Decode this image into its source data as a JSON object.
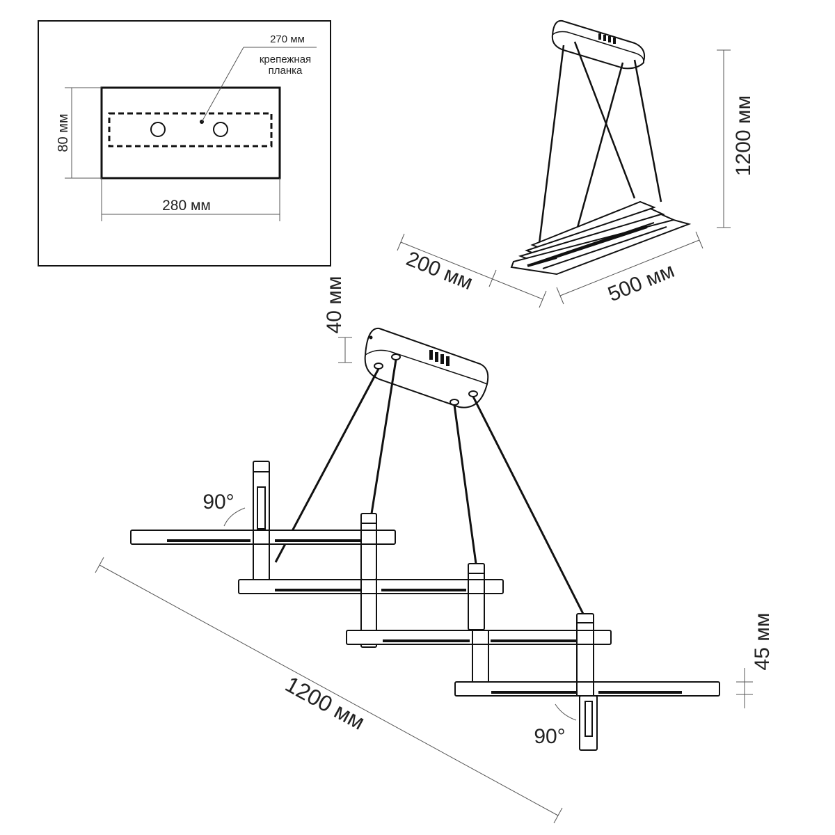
{
  "mounting_plate_view": {
    "bracket_length": "270 мм",
    "bracket_caption_line1": "крепежная",
    "bracket_caption_line2": "планка",
    "height": "80 мм",
    "width": "280 мм"
  },
  "overall_view": {
    "height": "1200 мм",
    "depth": "200 мм",
    "length": "500 мм"
  },
  "detail_view": {
    "canopy_height": "40 мм",
    "panel_thickness": "45 мм",
    "diagonal_length": "1200 мм",
    "rotation_angle_top": "90°",
    "rotation_angle_bottom": "90°"
  },
  "colors": {
    "line": "#111111",
    "dimension_line": "#555555",
    "text": "#222222",
    "background": "#ffffff"
  }
}
